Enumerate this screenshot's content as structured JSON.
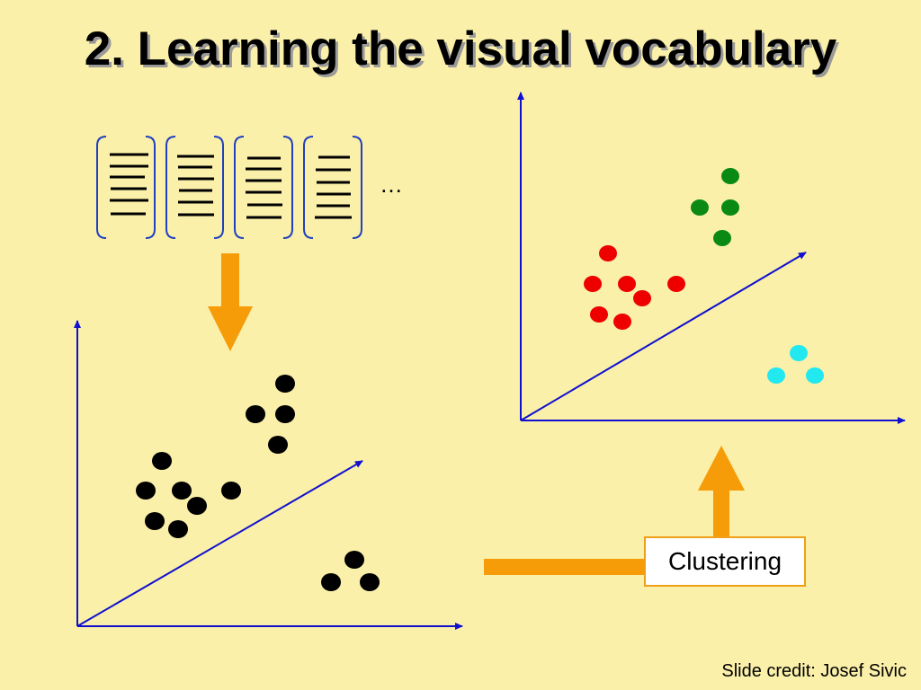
{
  "slide": {
    "title": "2. Learning the visual vocabulary",
    "credit": "Slide credit: Josef Sivic"
  },
  "diagram": {
    "descriptor_count": 4,
    "ellipsis": "…",
    "clustering_label": "Clustering",
    "colors": {
      "background": "#fbf0a9",
      "axis": "#1010d0",
      "arrow": "#f59c08",
      "unclustered_point": "#000000",
      "cluster_red": "#ee0000",
      "cluster_green": "#0a8a14",
      "cluster_cyan": "#22e8f0"
    },
    "descriptor_bracket_color": "#2040c0"
  }
}
